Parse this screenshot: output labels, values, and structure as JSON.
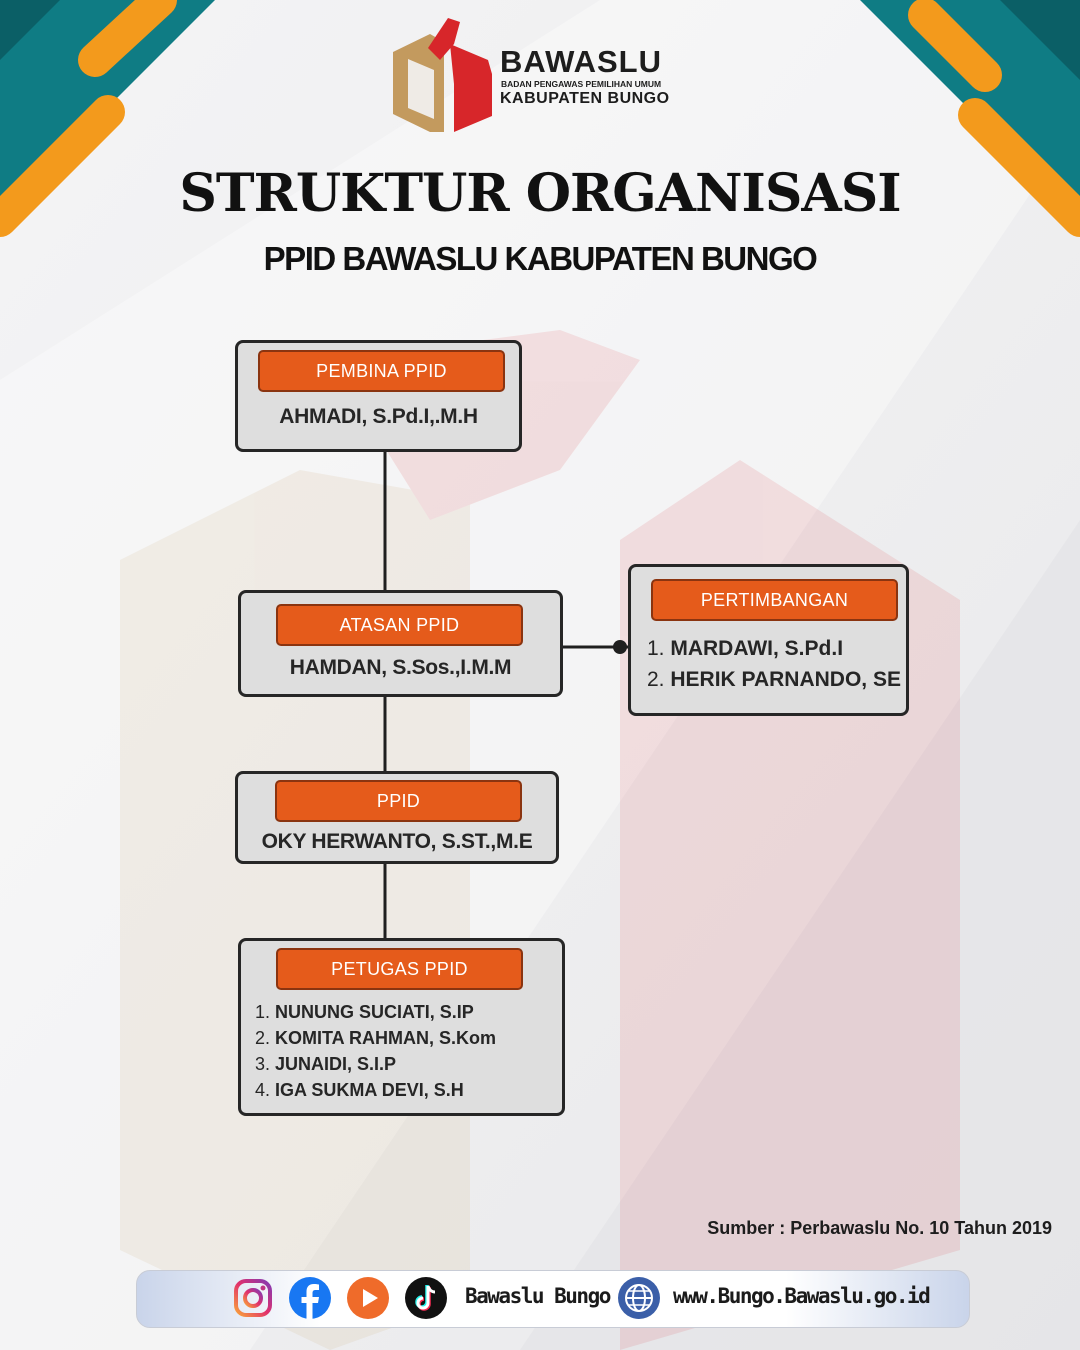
{
  "header": {
    "org_name": "BAWASLU",
    "org_full": "BADAN PENGAWAS PEMILIHAN UMUM",
    "region": "KABUPATEN BUNGO",
    "title": "STRUKTUR ORGANISASI",
    "subtitle": "PPID BAWASLU KABUPATEN BUNGO"
  },
  "colors": {
    "accent_orange": "#e55b1b",
    "teal": "#0f7c84",
    "stripe_orange": "#f39a1c",
    "logo_red": "#d7262a",
    "logo_gold": "#c39a5e"
  },
  "org_chart": {
    "pembina": {
      "label": "PEMBINA PPID",
      "name": "AHMADI, S.Pd.I,.M.H"
    },
    "atasan": {
      "label": "ATASAN PPID",
      "name": "HAMDAN, S.Sos.,I.M.M"
    },
    "pertimbangan": {
      "label": "PERTIMBANGAN",
      "members": [
        {
          "num": "1.",
          "name": "MARDAWI, S.Pd.I"
        },
        {
          "num": "2.",
          "name": "HERIK PARNANDO, SE"
        }
      ]
    },
    "ppid": {
      "label": "PPID",
      "name": "OKY HERWANTO, S.ST.,M.E"
    },
    "petugas": {
      "label": "PETUGAS PPID",
      "members": [
        {
          "num": "1.",
          "name": "NUNUNG SUCIATI, S.IP"
        },
        {
          "num": "2.",
          "name": "KOMITA RAHMAN, S.Kom"
        },
        {
          "num": "3.",
          "name": "JUNAIDI, S.I.P"
        },
        {
          "num": "4.",
          "name": "IGA SUKMA DEVI,  S.H"
        }
      ]
    }
  },
  "source": "Sumber : Perbawaslu No. 10 Tahun 2019",
  "footer": {
    "icons": [
      "instagram-icon",
      "facebook-icon",
      "youtube-icon",
      "tiktok-icon",
      "globe-icon"
    ],
    "social_handle": "Bawaslu Bungo",
    "website": "www.Bungo.Bawaslu.go.id"
  }
}
